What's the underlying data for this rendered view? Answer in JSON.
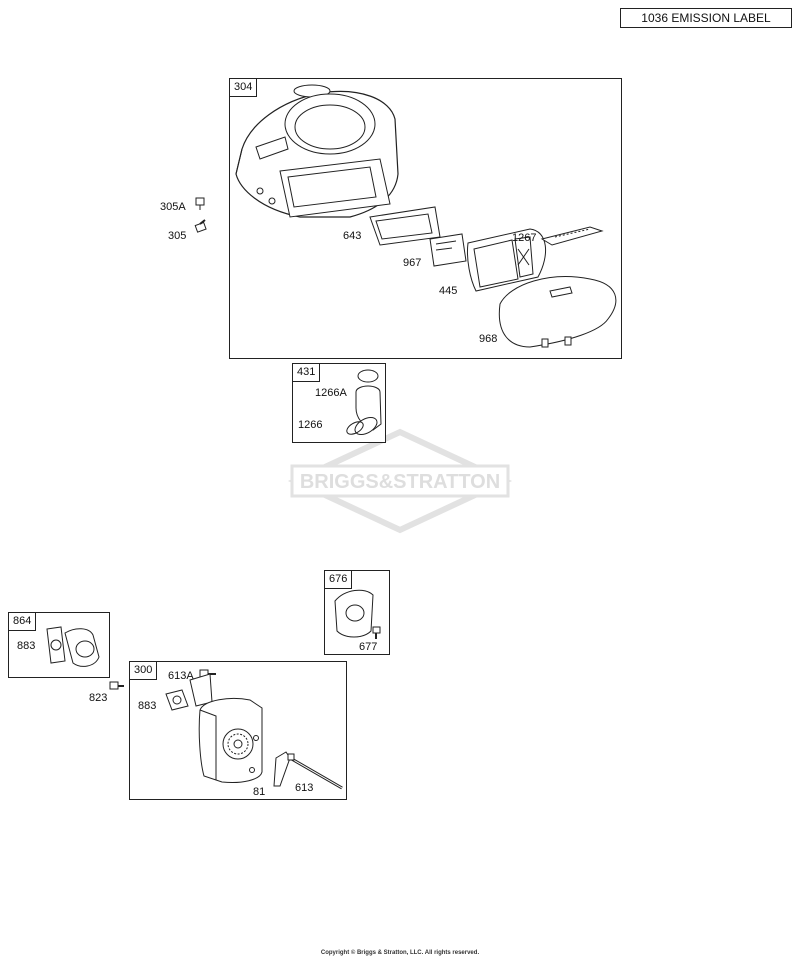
{
  "emission_label": "1036 EMISSION LABEL",
  "watermark": "BRIGGS&STRATTON",
  "copyright": "Copyright © Briggs & Stratton, LLC. All rights reserved.",
  "groups": {
    "g304": {
      "tag": "304",
      "parts": {
        "p643": "643",
        "p967": "967",
        "p445": "445",
        "p1267": "1267",
        "p968": "968"
      }
    },
    "g431": {
      "tag": "431",
      "parts": {
        "p1266A": "1266A",
        "p1266": "1266"
      }
    },
    "g676": {
      "tag": "676",
      "parts": {
        "p677": "677"
      }
    },
    "g864": {
      "tag": "864",
      "parts": {
        "p883": "883"
      }
    },
    "g300": {
      "tag": "300",
      "parts": {
        "p613A": "613A",
        "p883": "883",
        "p81": "81",
        "p613": "613"
      }
    }
  },
  "loose_parts": {
    "p305A": "305A",
    "p305": "305",
    "p823": "823"
  },
  "colors": {
    "line": "#222222",
    "watermark": "#e2e2e2"
  }
}
